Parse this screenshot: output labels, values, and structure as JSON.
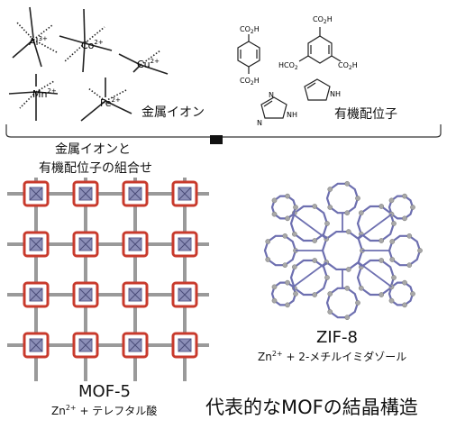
{
  "metal_ions": {
    "label": "金属イオン",
    "ions": [
      "Al",
      "Co",
      "Cu",
      "Mn",
      "Fe"
    ],
    "charges": [
      "3+",
      "2+",
      "2+",
      "2+",
      "2+"
    ]
  },
  "ligands": {
    "label": "有機配位子",
    "groups": [
      "CO",
      "2",
      "H",
      "N",
      "H"
    ]
  },
  "combination": {
    "line1": "金属イオンと",
    "line2": "有機配位子の組合せ"
  },
  "mof5": {
    "name": "MOF-5",
    "sub_ion": "Zn",
    "sub_charge": "2+",
    "sub_rest": " + テレフタル酸"
  },
  "zif8": {
    "name": "ZIF-8",
    "sub_ion": "Zn",
    "sub_charge": "2+",
    "sub_rest": " + 2-メチルイミダゾール"
  },
  "caption": "代表的なMOFの結晶構造",
  "colors": {
    "oxygen": "#c83a2c",
    "zinc_node": "#8c8fb8",
    "carbon": "#9a9a9a",
    "zif_bond": "#6d6fb0",
    "arrow": "#111111"
  }
}
